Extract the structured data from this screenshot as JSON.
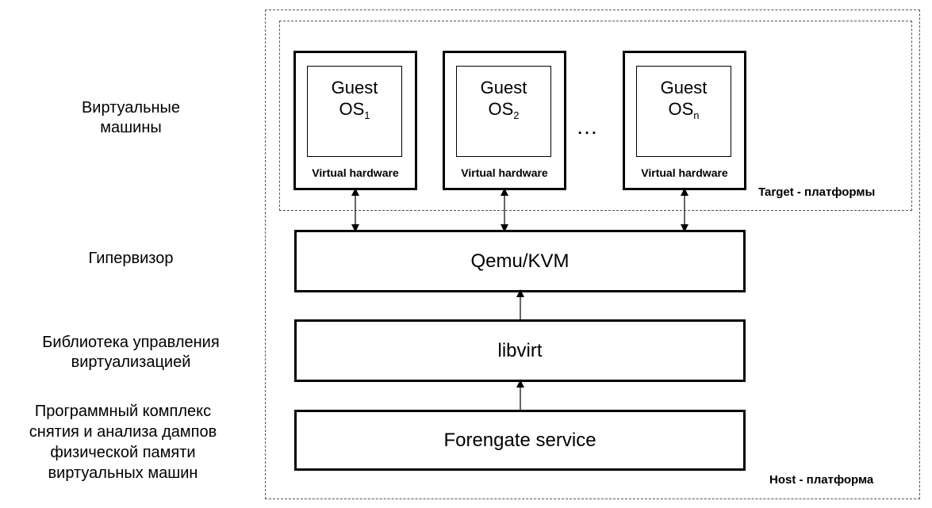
{
  "labels": {
    "vms": "Виртуальные\nмашины",
    "hypervisor": "Гипервизор",
    "library": "Библиотека управления\nвиртуализацией",
    "software": "Программный комплекс\nснятия и анализа дампов\nфизической памяти\nвиртуальных машин"
  },
  "vms": [
    {
      "guest": "Guest",
      "os": "OS",
      "sub": "1",
      "hw": "Virtual hardware"
    },
    {
      "guest": "Guest",
      "os": "OS",
      "sub": "2",
      "hw": "Virtual hardware"
    },
    {
      "guest": "Guest",
      "os": "OS",
      "sub": "n",
      "hw": "Virtual hardware"
    }
  ],
  "ellipsis": "…",
  "layers": {
    "hypervisor": "Qemu/KVM",
    "library": "libvirt",
    "service": "Forengate service"
  },
  "platforms": {
    "target": "Target - платформы",
    "host": "Host - платформа"
  }
}
